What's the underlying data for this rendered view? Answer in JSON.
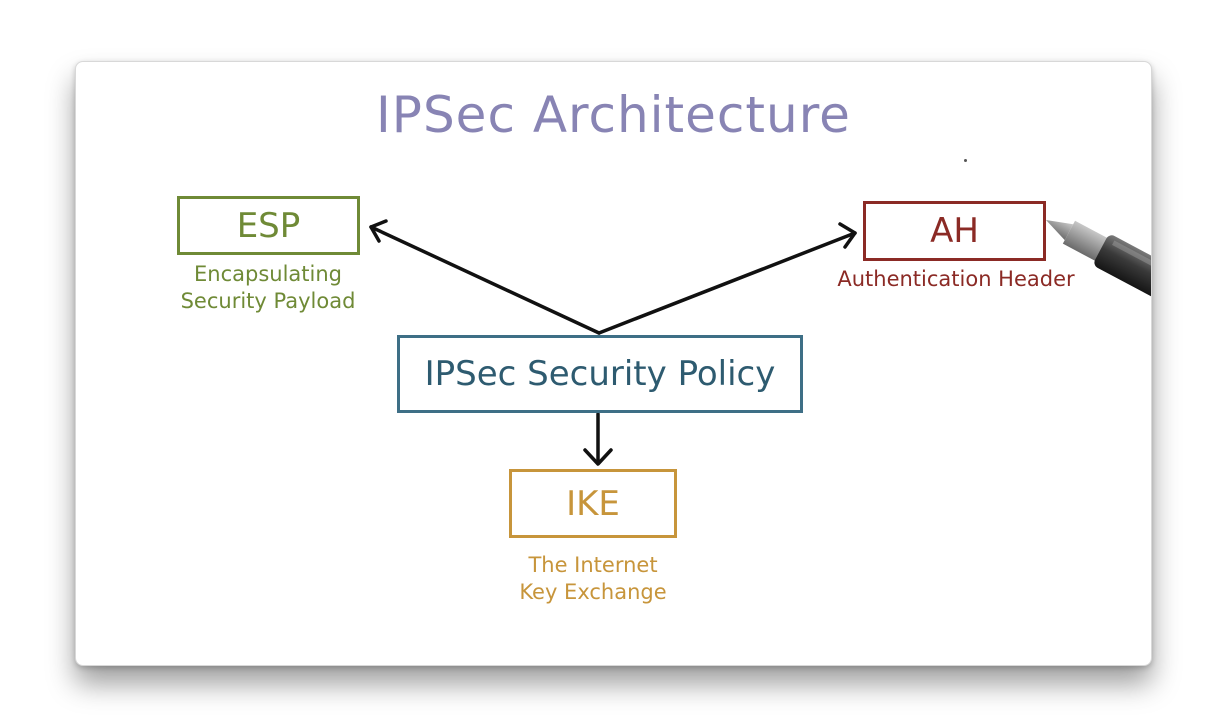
{
  "title": "IPSec Architecture",
  "nodes": {
    "esp": {
      "label": "ESP",
      "caption_line1": "Encapsulating",
      "caption_line2": "Security Payload",
      "color": "#6f8a36"
    },
    "ah": {
      "label": "AH",
      "caption": "Authentication Header",
      "color": "#8b2a25"
    },
    "policy": {
      "label": "IPSec Security Policy",
      "color": "#3e6f86"
    },
    "ike": {
      "label": "IKE",
      "caption_line1": "The Internet",
      "caption_line2": "Key Exchange",
      "color": "#c7953b"
    }
  },
  "title_color": "#8884b4",
  "edges": [
    {
      "from": "policy",
      "to": "esp"
    },
    {
      "from": "policy",
      "to": "ah"
    },
    {
      "from": "policy",
      "to": "ike"
    }
  ]
}
